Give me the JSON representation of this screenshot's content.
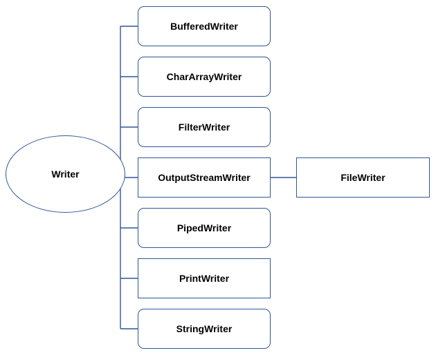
{
  "diagram": {
    "root": {
      "label": "Writer"
    },
    "children": [
      {
        "label": "BufferedWriter"
      },
      {
        "label": "CharArrayWriter"
      },
      {
        "label": "FilterWriter"
      },
      {
        "label": "OutputStreamWriter"
      },
      {
        "label": "PipedWriter"
      },
      {
        "label": "PrintWriter"
      },
      {
        "label": "StringWriter"
      }
    ],
    "grandchild": {
      "label": "FileWriter",
      "parent": "OutputStreamWriter"
    },
    "colors": {
      "stroke": "#2f5597",
      "text": "#000000",
      "fill": "#ffffff"
    }
  }
}
